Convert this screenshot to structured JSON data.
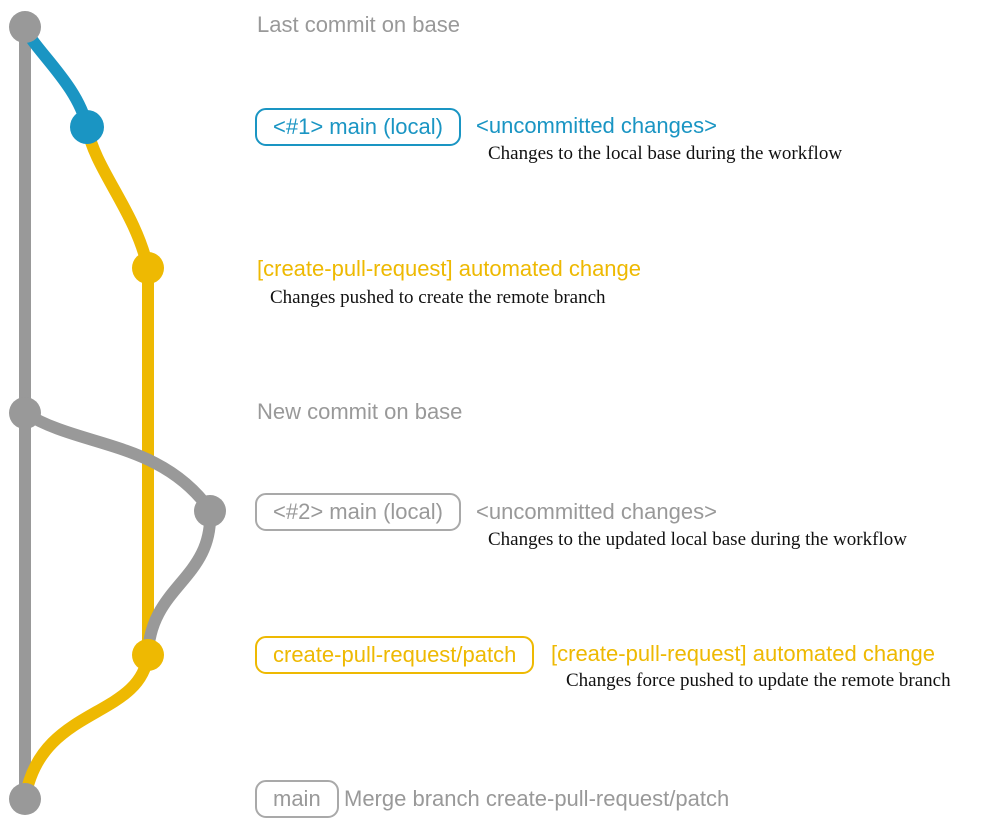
{
  "colors": {
    "base_gray": "#999999",
    "local_main_blue": "#1a95c3",
    "patch_branch_yellow": "#eeb902",
    "annotation_black": "#111111"
  },
  "milestones": {
    "top": "Last commit on base",
    "middle": "New commit on base"
  },
  "rows": {
    "row1": {
      "branch_label": "<#1> main (local)",
      "message": "<uncommitted changes>",
      "annotation": "Changes to the local base during the workflow"
    },
    "row2": {
      "message": "[create-pull-request] automated change",
      "annotation": "Changes pushed to create the remote branch"
    },
    "row3": {
      "branch_label": "<#2> main (local)",
      "message": "<uncommitted changes>",
      "annotation": "Changes to the updated local base during the workflow"
    },
    "row4": {
      "branch_label": "create-pull-request/patch",
      "message": "[create-pull-request] automated change",
      "annotation": "Changes force pushed to update the remote branch"
    },
    "row5": {
      "branch_label": "main",
      "message": "Merge branch create-pull-request/patch"
    }
  }
}
